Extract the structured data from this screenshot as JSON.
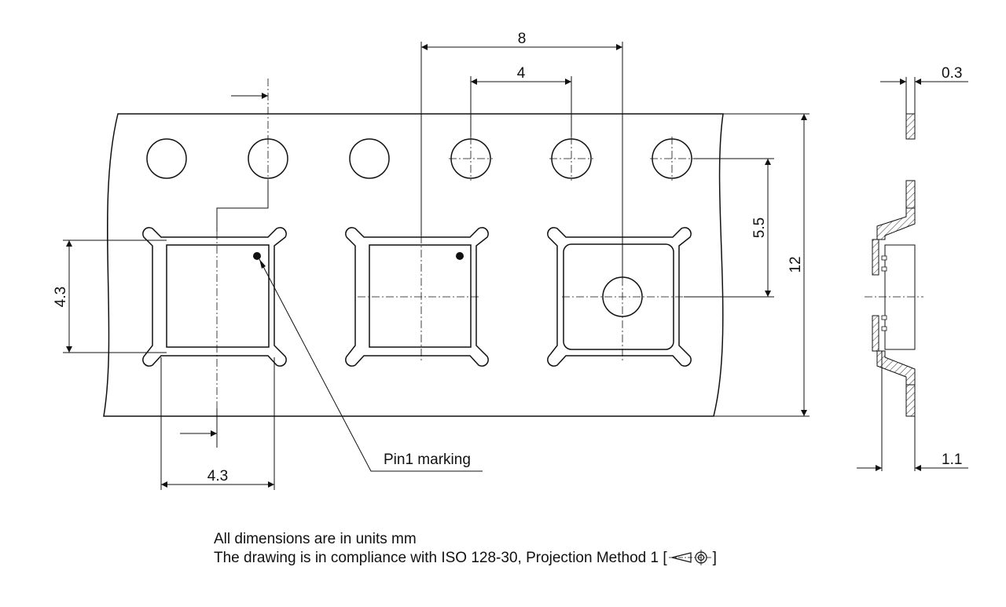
{
  "dimensions": {
    "pocket_pitch": "8",
    "hole_pitch": "4",
    "tape_thickness": "0.3",
    "hole_to_pocket": "5.5",
    "tape_width": "12",
    "pocket_height": "4.3",
    "pocket_width": "4.3",
    "pocket_depth": "1.1"
  },
  "labels": {
    "pin1": "Pin1 marking"
  },
  "notes": {
    "units": "All dimensions are in units mm",
    "compliance_prefix": "The drawing is in compliance with ISO 128-30, Projection Method 1 [",
    "compliance_suffix": "]"
  }
}
